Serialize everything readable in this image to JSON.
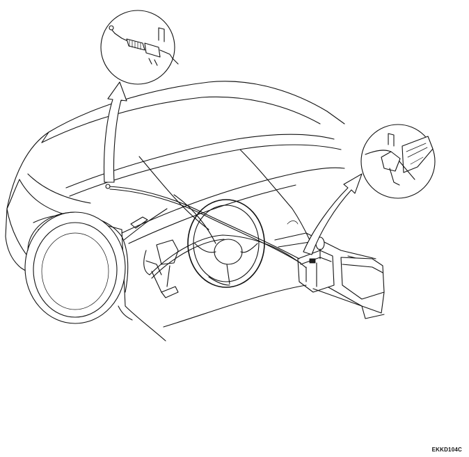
{
  "figure": {
    "code": "EKKD104C",
    "callouts": [
      {
        "name": "steering-column-cable-detail",
        "icon": "cable-end-clip-icon"
      },
      {
        "name": "shift-lever-cable-detail",
        "icon": "lever-clip-icon"
      }
    ]
  }
}
